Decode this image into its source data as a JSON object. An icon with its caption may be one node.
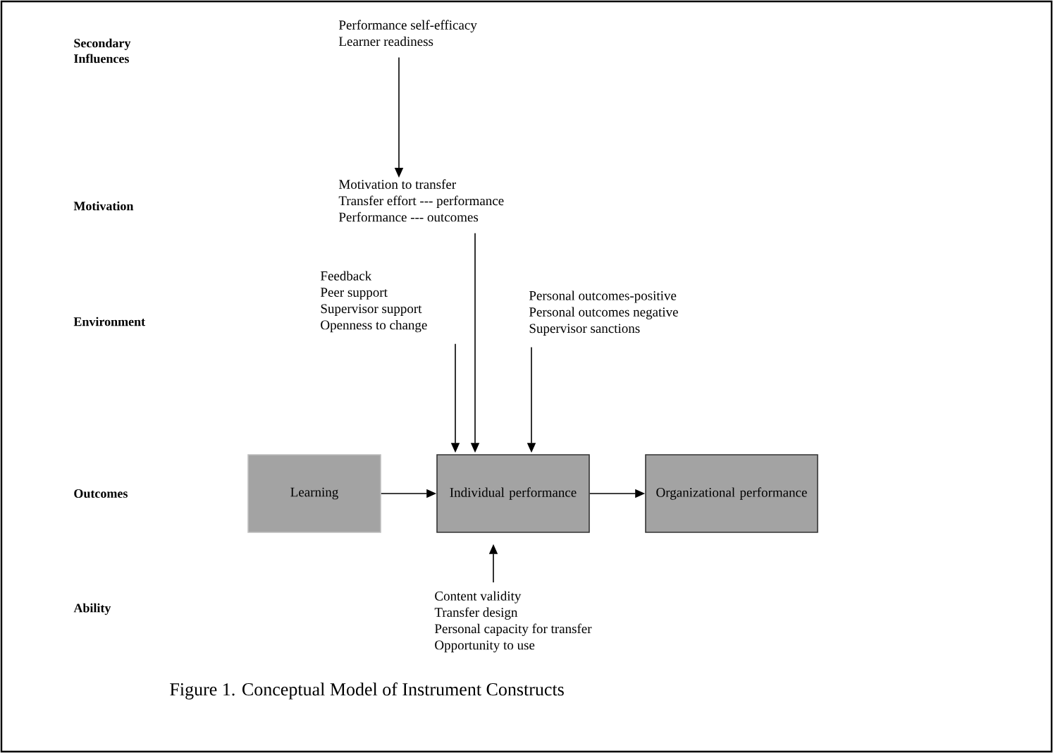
{
  "diagram": {
    "caption": "Figure 1. Conceptual Model of Instrument Constructs",
    "nodes": [
      {
        "text": [
          "Performance self-efficacy",
          "Learner readiness"
        ]
      },
      {
        "text": [
          "Motivation to transfer",
          "Transfer effort --- performance",
          "Performance --- outcomes"
        ]
      },
      {
        "text": [
          "Feedback",
          "Peer support",
          "Supervisor support",
          "Openness to change"
        ]
      },
      {
        "text": [
          "Personal outcomes-positive",
          "Personal outcomes negative",
          "Supervisor sanctions"
        ]
      },
      {
        "text": [
          "Learning"
        ]
      },
      {
        "text": [
          "Individual performance"
        ]
      },
      {
        "text": [
          "Organizational performance"
        ]
      },
      {
        "text": [
          "Content validity",
          "Transfer design",
          "Personal capacity for transfer",
          "Opportunity to use"
        ]
      }
    ],
    "edges": [
      {
        "from": 0,
        "to": 1,
        "arrow": "to"
      },
      {
        "from": 2,
        "to": 5,
        "arrow": "to"
      },
      {
        "from": 1,
        "to": 5,
        "arrow": "to"
      },
      {
        "from": 3,
        "to": 5,
        "arrow": "to"
      },
      {
        "from": 4,
        "to": 5,
        "arrow": "to"
      },
      {
        "from": 5,
        "to": 6,
        "arrow": "to"
      },
      {
        "from": 7,
        "to": 5,
        "arrow": "to"
      }
    ],
    "labels": [
      "Secondary Influences",
      "Motivation",
      "Environment",
      "Outcomes",
      "Ability"
    ]
  }
}
